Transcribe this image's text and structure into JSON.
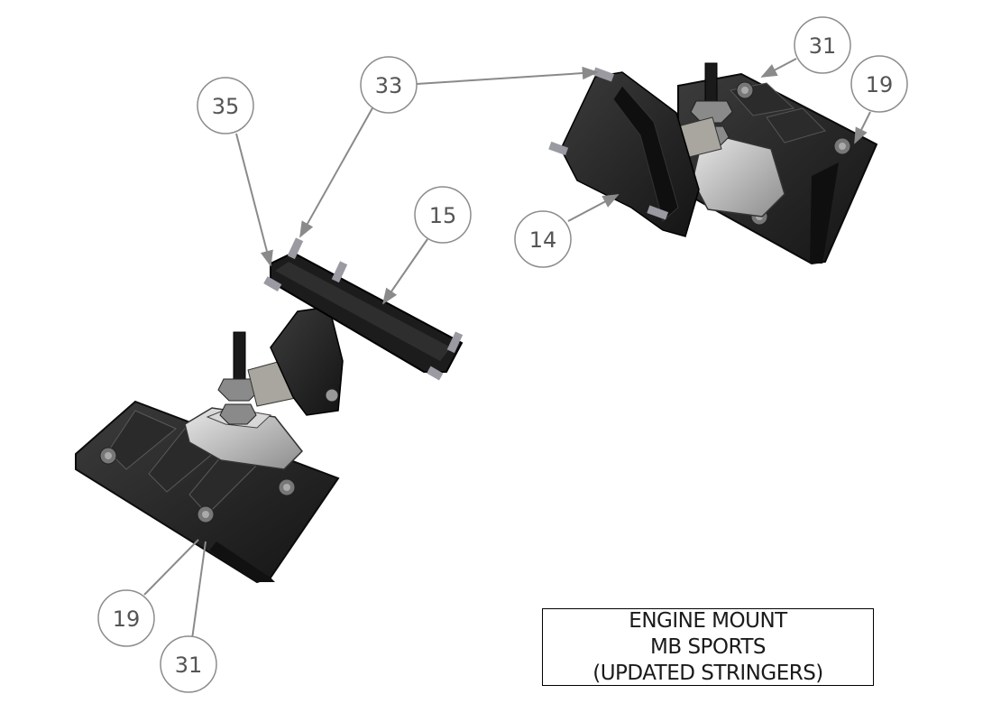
{
  "colors": {
    "part_dark": "#1f1f1f",
    "part_mid": "#3a3a3a",
    "part_light": "#c8c8c8",
    "metal": "#9a9890",
    "leader": "#8a8a8a",
    "balloon_stroke": "#8c8c8c"
  },
  "balloons": [
    {
      "id": "b35",
      "label": "35"
    },
    {
      "id": "b33",
      "label": "33"
    },
    {
      "id": "b15",
      "label": "15"
    },
    {
      "id": "b31-top",
      "label": "31"
    },
    {
      "id": "b19-top",
      "label": "19"
    },
    {
      "id": "b14",
      "label": "14"
    },
    {
      "id": "b19-bottom",
      "label": "19"
    },
    {
      "id": "b31-bottom",
      "label": "31"
    }
  ],
  "title_block": {
    "line1": "ENGINE MOUNT",
    "line2": "MB SPORTS",
    "line3": "(UPDATED STRINGERS)"
  }
}
